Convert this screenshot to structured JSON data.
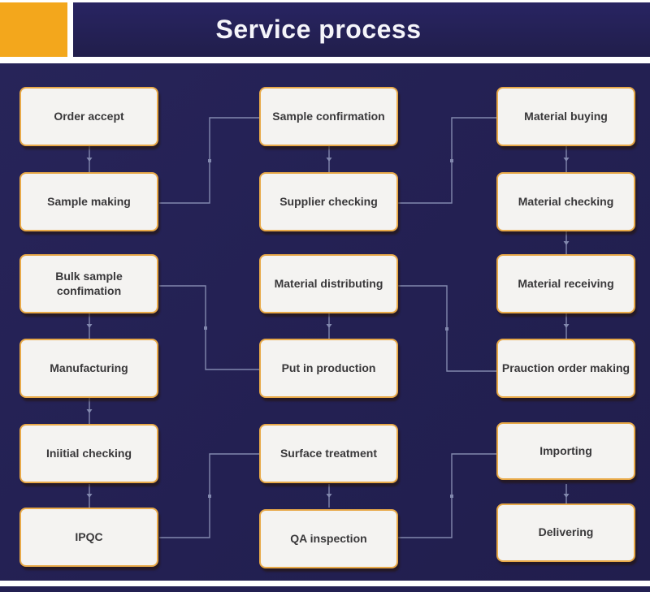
{
  "header": {
    "title": "Service process"
  },
  "colors": {
    "accent_orange": "#f3a71c",
    "navy": "#232052",
    "box_fill": "#f4f3f1",
    "box_border": "#e8a948",
    "connector": "#8d94b8",
    "box_text": "#39383a"
  },
  "flow": {
    "columns": [
      {
        "nodes": [
          {
            "label": "Order accept"
          },
          {
            "label": "Sample making"
          },
          {
            "label": "Bulk sample confimation"
          },
          {
            "label": "Manufacturing"
          },
          {
            "label": "Iniitial checking"
          },
          {
            "label": "IPQC"
          }
        ]
      },
      {
        "nodes": [
          {
            "label": "Sample confirmation"
          },
          {
            "label": "Supplier checking"
          },
          {
            "label": "Material distributing"
          },
          {
            "label": "Put in production"
          },
          {
            "label": "Surface treatment"
          },
          {
            "label": "QA inspection"
          }
        ]
      },
      {
        "nodes": [
          {
            "label": "Material buying"
          },
          {
            "label": "Material checking"
          },
          {
            "label": "Material receiving"
          },
          {
            "label": "Prauction order making"
          },
          {
            "label": "Importing"
          },
          {
            "label": "Delivering"
          }
        ]
      }
    ]
  }
}
